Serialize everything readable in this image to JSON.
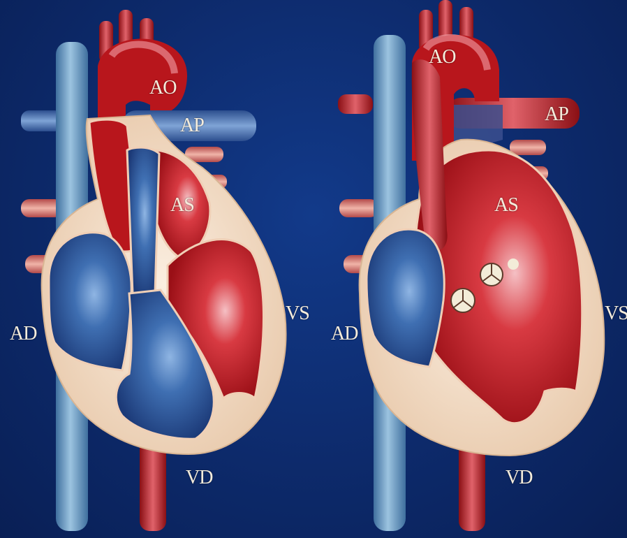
{
  "diagrams": [
    {
      "labels": {
        "ao": "AO",
        "ap": "AP",
        "as": "AS",
        "vs": "VS",
        "ad": "AD",
        "vd": "VD"
      }
    },
    {
      "labels": {
        "ao": "AO",
        "ap": "AP",
        "as": "AS",
        "vs": "VS",
        "ad": "AD",
        "vd": "VD"
      }
    }
  ],
  "colors": {
    "background": "#0d2a6b",
    "oxygenated_red": "#b8161c",
    "deoxygenated_blue": "#3d6fb0",
    "vein_blue": "#6ea0c8",
    "myocardium_beige": "#f2dcc4",
    "label_text": "#f4ecdc"
  }
}
